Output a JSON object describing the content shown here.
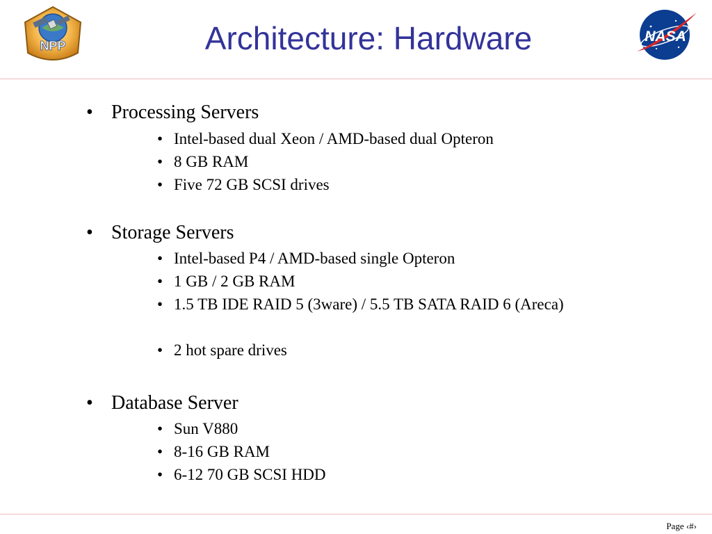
{
  "slide": {
    "title": "Architecture:  Hardware",
    "logos": {
      "left": {
        "icon": "npp-mission-logo",
        "text": "NPP"
      },
      "right": {
        "icon": "nasa-meatball-logo",
        "text": "NASA"
      }
    },
    "sections": [
      {
        "heading": "Processing Servers",
        "items": [
          "Intel-based dual Xeon / AMD-based dual Opteron",
          "8 GB RAM",
          "Five 72 GB SCSI drives"
        ]
      },
      {
        "heading": "Storage Servers",
        "items": [
          "Intel-based P4 / AMD-based single Opteron",
          "1 GB / 2 GB RAM",
          "1.5 TB IDE RAID 5 (3ware) / 5.5 TB SATA RAID 6 (Areca)",
          "2 hot spare drives"
        ]
      },
      {
        "heading": "Database Server",
        "items": [
          "Sun V880",
          "8-16 GB RAM",
          "6-12 70 GB SCSI HDD"
        ]
      }
    ],
    "footer": "Page ‹#›",
    "colors": {
      "title": "#33339a",
      "rule": "#f0b8c0",
      "nasa_blue": "#0b3d91",
      "nasa_red": "#d7262b"
    }
  }
}
